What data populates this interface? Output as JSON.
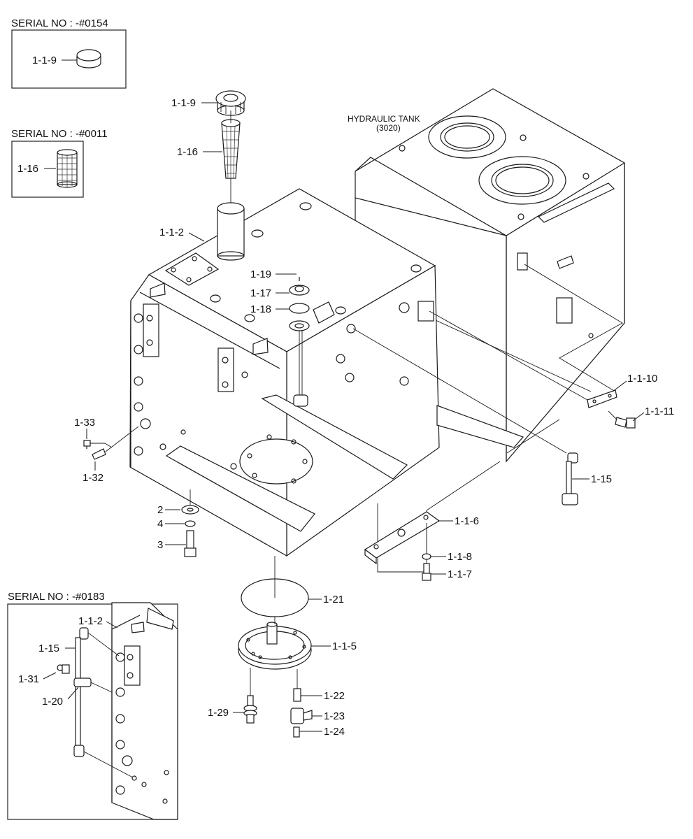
{
  "insets": {
    "top": {
      "serial": "SERIAL NO : -#0154",
      "part": "1-1-9"
    },
    "mid": {
      "serial": "SERIAL NO : -#0011",
      "part": "1-16"
    },
    "bottom": {
      "serial": "SERIAL NO : -#0183",
      "parts": [
        "1-1-2",
        "1-15",
        "1-31",
        "1-20"
      ]
    }
  },
  "hydraulic_tank": {
    "line1": "HYDRAULIC TANK",
    "line2": "(3020)"
  },
  "callouts": {
    "p_1_1_9": "1-1-9",
    "p_1_16": "1-16",
    "p_1_1_2": "1-1-2",
    "p_1_19": "1-19",
    "p_1_17": "1-17",
    "p_1_18": "1-18",
    "p_1_33": "1-33",
    "p_1_32": "1-32",
    "p_2": "2",
    "p_4": "4",
    "p_3": "3",
    "p_1_1_10": "1-1-10",
    "p_1_1_11": "1-1-11",
    "p_1_15": "1-15",
    "p_1_1_6": "1-1-6",
    "p_1_1_8": "1-1-8",
    "p_1_1_7": "1-1-7",
    "p_1_21": "1-21",
    "p_1_1_5": "1-1-5",
    "p_1_22": "1-22",
    "p_1_23": "1-23",
    "p_1_24": "1-24",
    "p_1_29": "1-29"
  }
}
